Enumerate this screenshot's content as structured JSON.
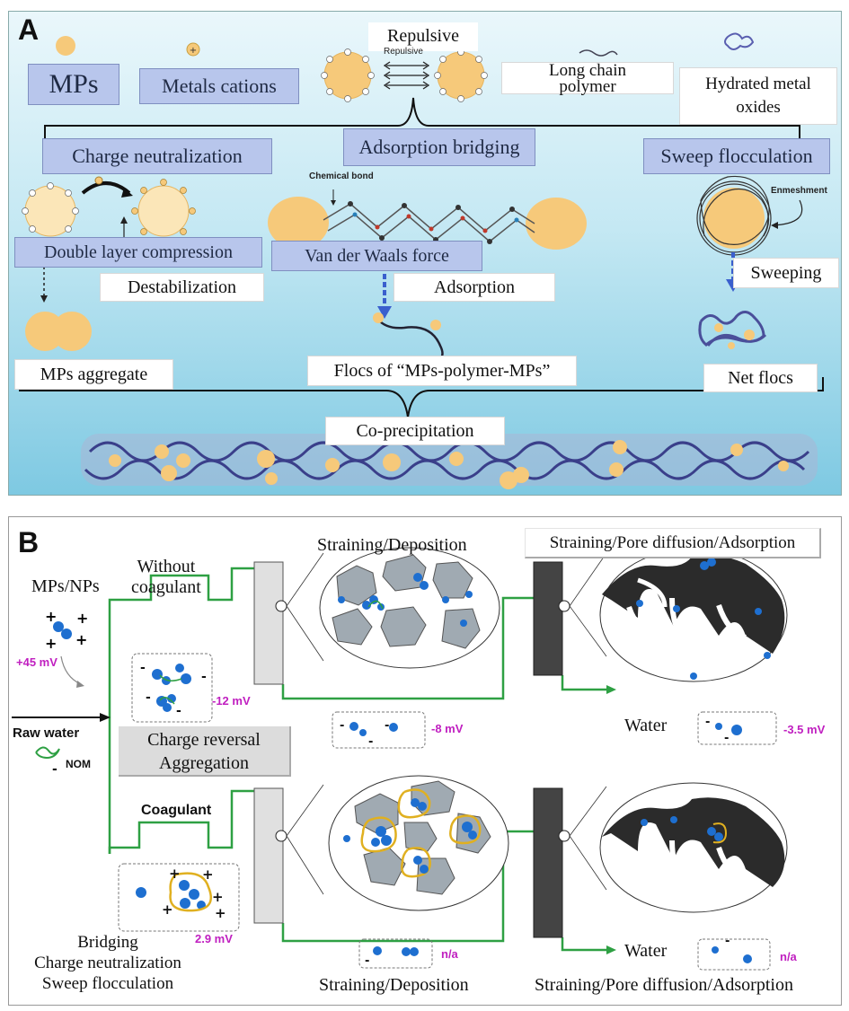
{
  "panel_a": {
    "letter": "A",
    "mps": "MPs",
    "metal_cations": "Metals cations",
    "repulsive": "Repulsive",
    "repulsive_small": "Repulsive",
    "long_chain_polymer": "Long chain\npolymer",
    "hydrated_metal_oxides": "Hydrated metal\noxides",
    "charge_neutralization": "Charge neutralization",
    "adsorption_bridging": "Adsorption bridging",
    "sweep_flocculation": "Sweep flocculation",
    "chemical_bond": "Chemical bond",
    "enmeshment": "Enmeshment",
    "double_layer_compression": "Double layer compression",
    "van_der_waals": "Van der Waals force",
    "destabilization": "Destabilization",
    "adsorption": "Adsorption",
    "sweeping": "Sweeping",
    "mps_aggregate": "MPs aggregate",
    "flocs": "Flocs of “MPs-polymer-MPs”",
    "net_flocs": "Net flocs",
    "co_precipitation": "Co-precipitation"
  },
  "panel_b": {
    "letter": "B",
    "straining_deposition_top": "Straining/Deposition",
    "straining_pore_top": "Straining/Pore diffusion/Adsorption",
    "without_coagulant": "Without\ncoagulant",
    "mps_nps": "MPs/NPs",
    "mv_45": "+45 mV",
    "mv_12": "-12 mV",
    "mv_8": "-8 mV",
    "water_top": "Water",
    "mv_35": "-3.5 mV",
    "raw_water": "Raw water",
    "charge_reversal": "Charge reversal\nAggregation",
    "nom": "NOM",
    "coagulant": "Coagulant",
    "mv_29": "2.9 mV",
    "na_1": "n/a",
    "water_bottom": "Water",
    "na_2": "n/a",
    "mechanisms": "Bridging\nCharge neutralization\nSweep flocculation",
    "straining_deposition_bottom": "Straining/Deposition",
    "straining_pore_bottom": "Straining/Pore diffusion/Adsorption"
  },
  "colors": {
    "particle": "#f6c97a",
    "blue_box": "#b8c6ec",
    "green_line": "#2ea043",
    "magenta": "#c01fc0",
    "np_blue": "#1e6fd0",
    "grain": "#a0aab2",
    "dark_filter": "#444444",
    "light_filter": "#e0e0e0"
  }
}
